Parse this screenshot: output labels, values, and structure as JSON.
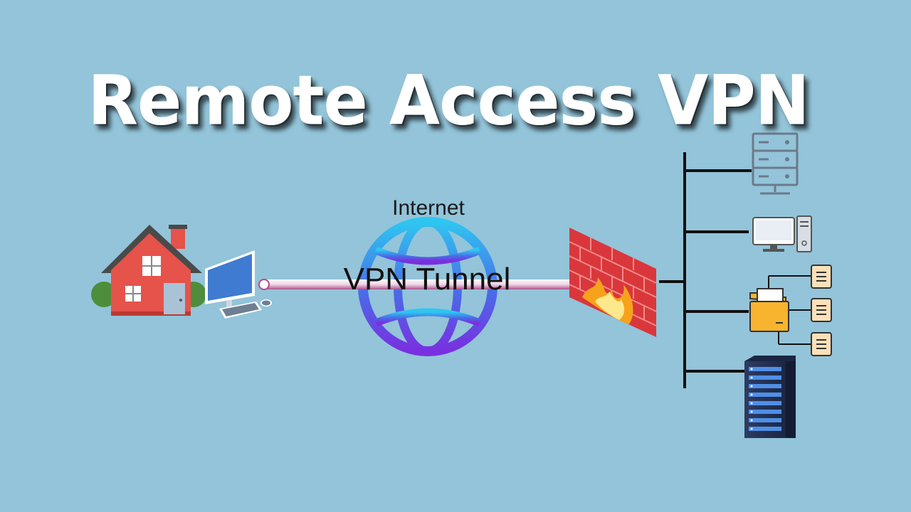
{
  "diagram": {
    "title": "Remote Access VPN",
    "internet_label": "Internet",
    "tunnel_label": "VPN Tunnel"
  },
  "colors": {
    "background": "#93c4d9",
    "house_wall": "#e5534b",
    "roof": "#4a4a4a",
    "monitor": "#3f7bd1",
    "firewall_brick": "#d9373b",
    "flame": "#f7a21b",
    "folder": "#f8b42e",
    "document": "#fde0b8",
    "globe_start": "#2ec6f0",
    "globe_end": "#7a2fe0",
    "network_line": "#111111"
  },
  "icons": [
    "house-icon",
    "desktop-computer-icon",
    "globe-icon",
    "firewall-icon",
    "server-rack-icon",
    "workstation-icon",
    "folder-icon",
    "document-icon",
    "data-center-server-icon"
  ]
}
